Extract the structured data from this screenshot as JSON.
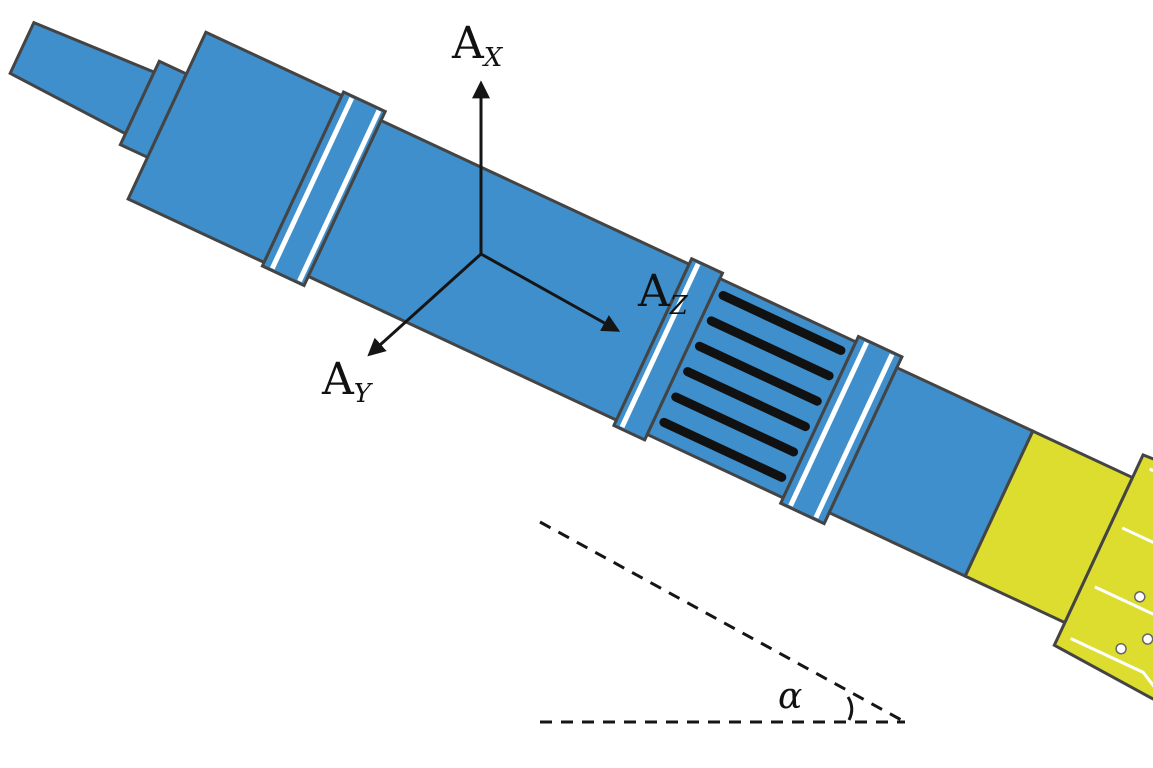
{
  "axes": {
    "x": {
      "letter": "A",
      "subscript": "X"
    },
    "y": {
      "letter": "A",
      "subscript": "Y"
    },
    "z": {
      "letter": "A",
      "subscript": "Z"
    }
  },
  "angle_label": "α",
  "colors": {
    "tool_body": "#3E8FCB",
    "bit": "#DDDD30",
    "outline": "#444444",
    "arrow": "#151515",
    "stripes": "#111111"
  }
}
